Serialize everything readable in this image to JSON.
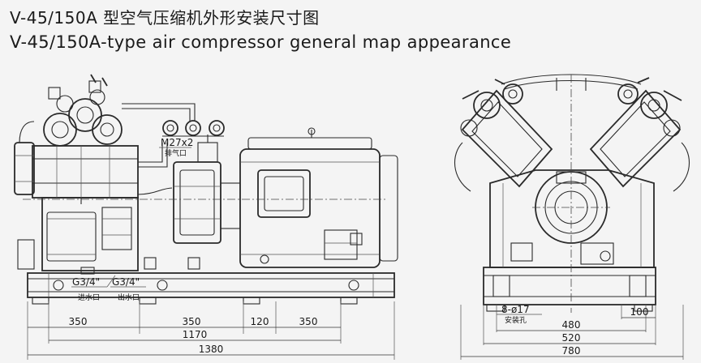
{
  "title": {
    "cn": "V-45/150A 型空气压缩机外形安装尺寸图",
    "en": "V-45/150A-type air compressor general map appearance"
  },
  "side_view": {
    "labels": {
      "exhaust_thread": "M27x2",
      "exhaust_port": "排气口",
      "inlet_thread": "G3/4\"",
      "inlet_port": "进水口",
      "outlet_thread": "G3/4\"",
      "outlet_port": "出水口"
    },
    "dims": {
      "d350a": "350",
      "d350b": "350",
      "d120": "120",
      "d350c": "350",
      "d1170": "1170",
      "d1380": "1380"
    }
  },
  "end_view": {
    "labels": {
      "holes": "8-ø17",
      "holes_cn": "安装孔"
    },
    "dims": {
      "d100": "100",
      "d480": "480",
      "d520": "520",
      "d780": "780"
    }
  }
}
